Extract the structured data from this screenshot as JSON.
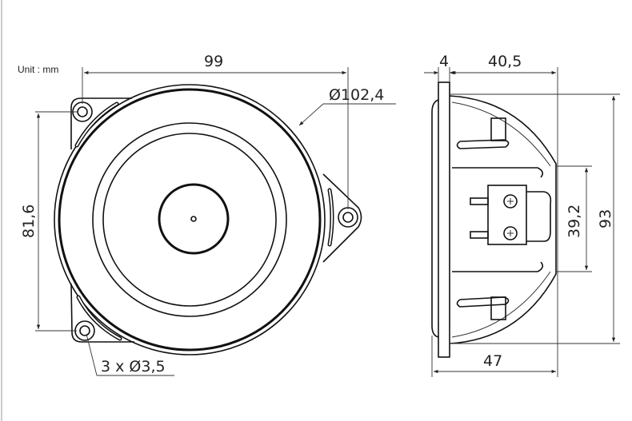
{
  "unit_label": "Unit : mm",
  "front_view": {
    "width_dim": "99",
    "height_dim": "81,6",
    "diameter_dim": "Ø102,4",
    "holes_dim": "3 x Ø3,5"
  },
  "side_view": {
    "flange_dim": "4",
    "depth_dim": "40,5",
    "total_depth_dim": "47",
    "height_dim": "93",
    "magnet_dim": "39,2"
  }
}
